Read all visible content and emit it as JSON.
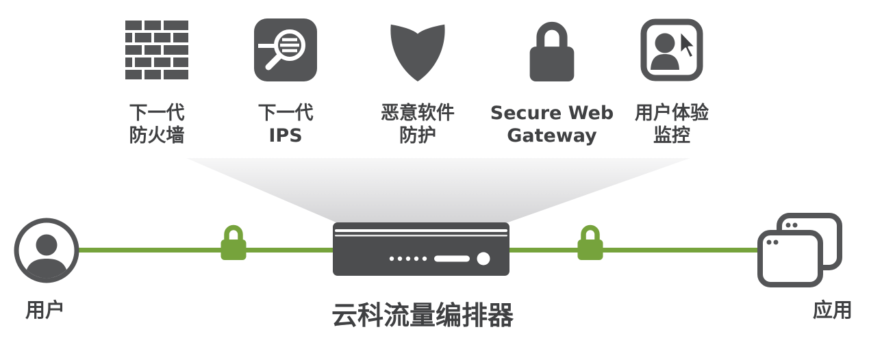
{
  "services": [
    {
      "icon": "firewall-icon",
      "line1": "下一代",
      "line2": "防火墙"
    },
    {
      "icon": "ips-magnifier-icon",
      "line1": "下一代",
      "line2": "IPS"
    },
    {
      "icon": "malware-shield-icon",
      "line1": "恶意软件",
      "line2": "防护"
    },
    {
      "icon": "secure-gateway-lock-icon",
      "line1": "Secure Web",
      "line2": "Gateway"
    },
    {
      "icon": "user-experience-icon",
      "line1": "用户体验",
      "line2": "监控"
    }
  ],
  "endpoints": {
    "user_label": "用户",
    "apps_label": "应用",
    "user_icon": "user-icon",
    "apps_icon": "applications-windows-icon"
  },
  "appliance": {
    "label": "云科流量编排器",
    "icon": "appliance-server-icon"
  },
  "inline_icons": {
    "left_lock": "green-padlock-icon",
    "right_lock": "green-padlock-icon"
  },
  "colors": {
    "icon_dark": "#545557",
    "text_dark": "#3f4042",
    "green": "#76a33c",
    "funnel_top": "#e9e9eb",
    "funnel_bottom": "#d2d2d4"
  }
}
